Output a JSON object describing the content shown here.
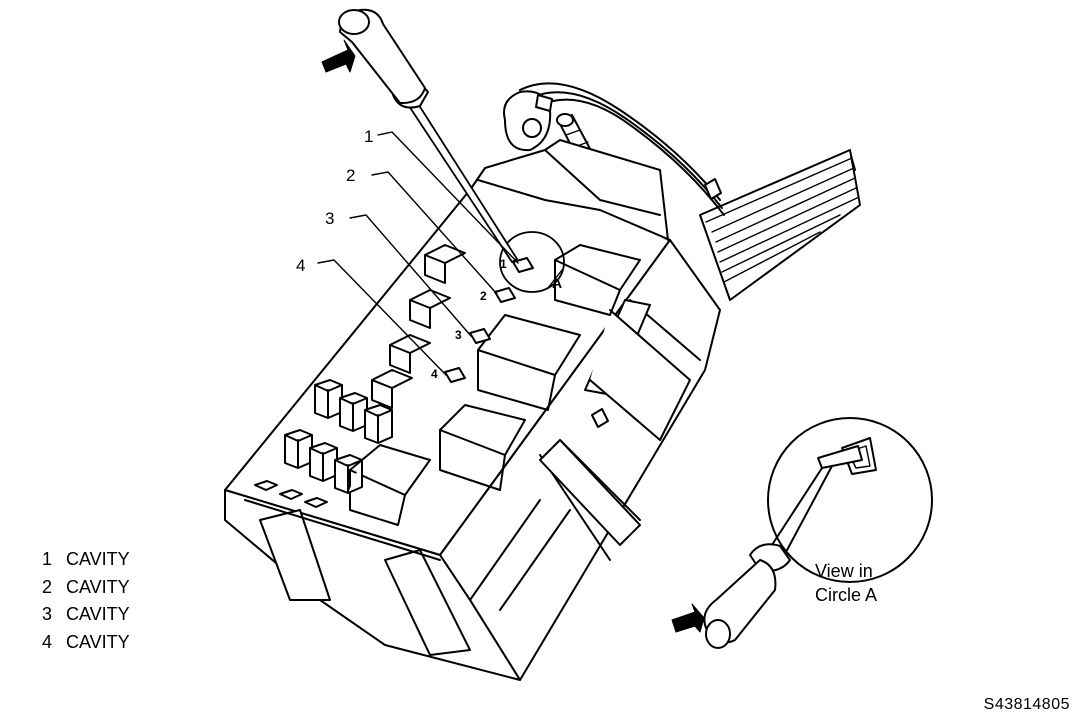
{
  "callouts": [
    "1",
    "2",
    "3",
    "4"
  ],
  "cavity_numbers": [
    "1",
    "2",
    "3",
    "4"
  ],
  "circle_label": "A",
  "legend": [
    {
      "num": "1",
      "label": "CAVITY"
    },
    {
      "num": "2",
      "label": "CAVITY"
    },
    {
      "num": "3",
      "label": "CAVITY"
    },
    {
      "num": "4",
      "label": "CAVITY"
    }
  ],
  "detail_caption": [
    "View in",
    "Circle A"
  ],
  "figure_code": "S43814805"
}
